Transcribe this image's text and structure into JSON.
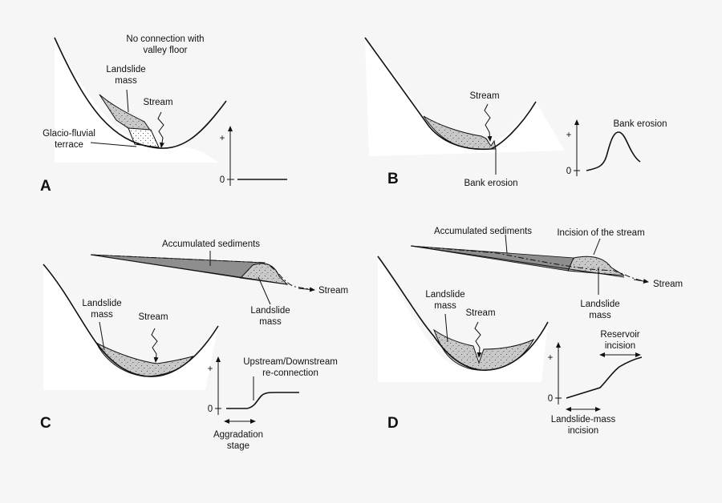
{
  "colors": {
    "background": "#f6f6f6",
    "valley_fill": "#ffffff",
    "sediment_fill": "#c9c9c9",
    "dark_sediment": "#8e8e8e",
    "line": "#111111"
  },
  "panel_a": {
    "letter": "A",
    "no_connection_1": "No connection with",
    "no_connection_2": "valley floor",
    "landslide_1": "Landslide",
    "landslide_2": "mass",
    "stream": "Stream",
    "terrace_1": "Glacio-fluvial",
    "terrace_2": "terrace",
    "plus": "+",
    "zero": "0"
  },
  "panel_b": {
    "letter": "B",
    "stream": "Stream",
    "bank_erosion": "Bank erosion",
    "graph_title": "Bank erosion",
    "plus": "+",
    "zero": "0"
  },
  "panel_c": {
    "letter": "C",
    "accumulated": "Accumulated sediments",
    "stream_long": "Stream",
    "landslide_long_1": "Landslide",
    "landslide_long_2": "mass",
    "landslide_1": "Landslide",
    "landslide_2": "mass",
    "stream": "Stream",
    "reconnection_1": "Upstream/Downstream",
    "reconnection_2": "re-connection",
    "aggradation_1": "Aggradation",
    "aggradation_2": "stage",
    "plus": "+",
    "zero": "0"
  },
  "panel_d": {
    "letter": "D",
    "accumulated": "Accumulated sediments",
    "incision_stream": "Incision of the stream",
    "stream_long": "Stream",
    "landslide_long_1": "Landslide",
    "landslide_long_2": "mass",
    "landslide_1": "Landslide",
    "landslide_2": "mass",
    "stream": "Stream",
    "reservoir_1": "Reservoir",
    "reservoir_2": "incision",
    "lm_incision_1": "Landslide-mass",
    "lm_incision_2": "incision",
    "plus": "+",
    "zero": "0"
  }
}
